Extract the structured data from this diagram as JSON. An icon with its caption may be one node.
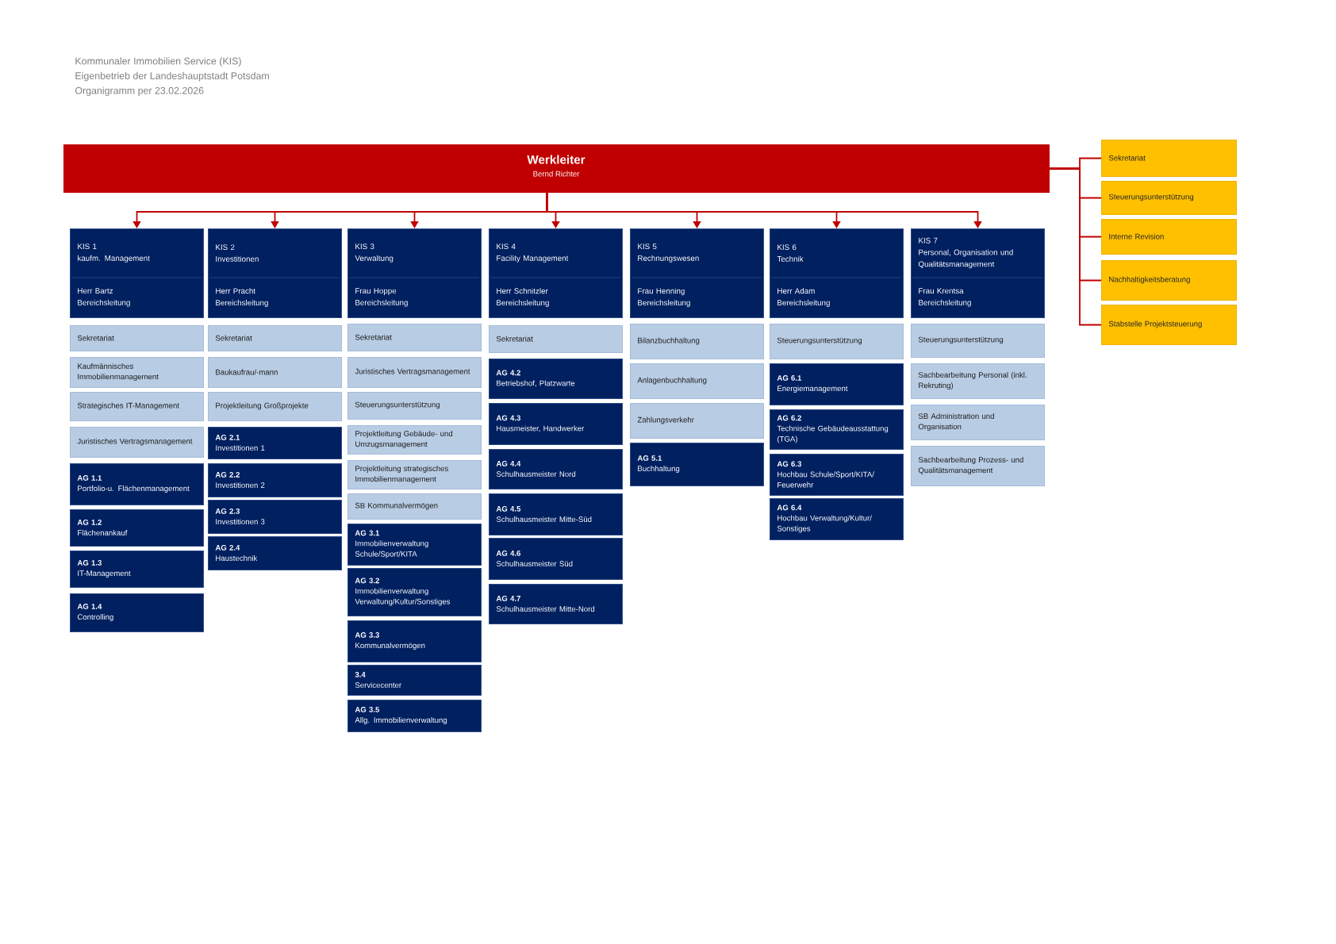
{
  "diagram": {
    "nodes": [
      {
        "text": [
          "Werkleiter",
          "Bernd Richter"
        ]
      },
      {
        "text": [
          "Sekretariat"
        ]
      },
      {
        "text": [
          "Steuerungsunterstützung"
        ]
      },
      {
        "text": [
          "Interne Revision"
        ]
      },
      {
        "text": [
          "Nachhaltigkeitsberatung"
        ]
      },
      {
        "text": [
          "Stabstelle Projektsteuerung"
        ]
      },
      {
        "text": [
          "KIS 1",
          "kaufm. Management",
          "Herr Bartz",
          "Bereichsleitung"
        ]
      },
      {
        "text": [
          "Sekretariat"
        ]
      },
      {
        "text": [
          "Kaufmännisches Immobilienmanagement"
        ]
      },
      {
        "text": [
          "Strategisches IT-Management"
        ]
      },
      {
        "text": [
          "Juristisches Vertragsmanagement"
        ]
      },
      {
        "text": [
          "AG 1.1",
          "Portfolio-u. Flächenmanagement"
        ]
      },
      {
        "text": [
          "AG 1.2",
          "Flächenankauf"
        ]
      },
      {
        "text": [
          "AG 1.3",
          "IT-Management"
        ]
      },
      {
        "text": [
          "AG 1.4",
          "Controlling"
        ]
      },
      {
        "text": [
          "KIS 2",
          "Investitionen",
          "Herr Pracht",
          "Bereichsleitung"
        ]
      },
      {
        "text": [
          "Sekretariat"
        ]
      },
      {
        "text": [
          "Baukaufrau/-mann"
        ]
      },
      {
        "text": [
          "Projektleitung Großprojekte"
        ]
      },
      {
        "text": [
          "AG 2.1",
          "Investitionen 1"
        ]
      },
      {
        "text": [
          "AG 2.2",
          "Investitionen 2"
        ]
      },
      {
        "text": [
          "AG 2.3",
          "Investitionen 3"
        ]
      },
      {
        "text": [
          "AG 2.4",
          "Haustechnik"
        ]
      },
      {
        "text": [
          "KIS 3",
          "Verwaltung",
          "Frau Hoppe",
          "Bereichsleitung"
        ]
      },
      {
        "text": [
          "Sekretariat"
        ]
      },
      {
        "text": [
          "Juristisches Vertragsmanagement"
        ]
      },
      {
        "text": [
          "Steuerungsunterstützung"
        ]
      },
      {
        "text": [
          "Projektleitung Gebäude- und Umzugsmanagement"
        ]
      },
      {
        "text": [
          "Projektleitung strategisches Immobilienmanagement"
        ]
      },
      {
        "text": [
          "SB Kommunalvermögen"
        ]
      },
      {
        "text": [
          "AG 3.1",
          "Immobilienverwaltung Schule/Sport/KITA"
        ]
      },
      {
        "text": [
          "AG 3.2",
          "Immobilienverwaltung Verwaltung/Kultur/Sonstiges"
        ]
      },
      {
        "text": [
          "AG 3.3",
          "Kommunalvermögen"
        ]
      },
      {
        "text": [
          "3.4",
          "Servicecenter"
        ]
      },
      {
        "text": [
          "AG 3.5",
          "Allg. Immobilienverwaltung"
        ]
      },
      {
        "text": [
          "KIS 4",
          "Facility Management",
          "Herr Schnitzler",
          "Bereichsleitung"
        ]
      },
      {
        "text": [
          "Sekretariat"
        ]
      },
      {
        "text": [
          "AG 4.2",
          "Betriebshof, Platzwarte"
        ]
      },
      {
        "text": [
          "AG 4.3",
          "Hausmeister, Handwerker"
        ]
      },
      {
        "text": [
          "AG 4.4",
          "Schulhausmeister Nord"
        ]
      },
      {
        "text": [
          "AG 4.5",
          "Schulhausmeister Mitte-Süd"
        ]
      },
      {
        "text": [
          "AG 4.6",
          "Schulhausmeister Süd"
        ]
      },
      {
        "text": [
          "AG 4.7",
          "Schulhausmeister Mitte-Nord"
        ]
      },
      {
        "text": [
          "KIS 5",
          "Rechnungswesen",
          "Frau Henning",
          "Bereichsleitung"
        ]
      },
      {
        "text": [
          "Bilanzbuchhaltung"
        ]
      },
      {
        "text": [
          "Anlagenbuchhaltung"
        ]
      },
      {
        "text": [
          "Zahlungsverkehr"
        ]
      },
      {
        "text": [
          "AG 5.1",
          "Buchhaltung"
        ]
      },
      {
        "text": [
          "KIS 6",
          "Technik",
          "Herr Adam",
          "Bereichsleitung"
        ]
      },
      {
        "text": [
          "Steuerungsunterstützung"
        ]
      },
      {
        "text": [
          "AG 6.1",
          "Energiemanagement"
        ]
      },
      {
        "text": [
          "AG 6.2",
          "Technische Gebäudeausstattung (TGA)"
        ]
      },
      {
        "text": [
          "AG 6.3",
          "Hochbau Schule/Sport/KITA/ Feuerwehr"
        ]
      },
      {
        "text": [
          "AG 6.4",
          "Hochbau Verwaltung/Kultur/ Sonstiges"
        ]
      },
      {
        "text": [
          "KIS 7",
          "Personal, Organisation und Qualitätsmanagement",
          "Frau Krentsa",
          "Bereichsleitung"
        ]
      },
      {
        "text": [
          "Steuerungsunterstützung"
        ]
      },
      {
        "text": [
          "Sachbearbeitung Personal (inkl. Rekruting)"
        ]
      },
      {
        "text": [
          "SB Administration und Organisation"
        ]
      },
      {
        "text": [
          "Sachbearbeitung Prozess- und Qualitätsmanagement"
        ]
      }
    ],
    "edges": [
      {
        "from": 0,
        "to": 6,
        "arrow": "to"
      },
      {
        "from": 0,
        "to": 15,
        "arrow": "to"
      },
      {
        "from": 0,
        "to": 23,
        "arrow": "to"
      },
      {
        "from": 0,
        "to": 35,
        "arrow": "to"
      },
      {
        "from": 0,
        "to": 43,
        "arrow": "to"
      },
      {
        "from": 0,
        "to": 48,
        "arrow": "to"
      },
      {
        "from": 0,
        "to": 54,
        "arrow": "to"
      },
      {
        "from": 0,
        "to": 1,
        "arrow": "none"
      },
      {
        "from": 0,
        "to": 2,
        "arrow": "none"
      },
      {
        "from": 0,
        "to": 3,
        "arrow": "none"
      },
      {
        "from": 0,
        "to": 4,
        "arrow": "none"
      },
      {
        "from": 0,
        "to": 5,
        "arrow": "none"
      }
    ],
    "labels": [
      "Kommunaler Immobilien Service (KIS)",
      "Eigenbetrieb der Landeshauptstadt Potsdam",
      "Organigramm per 23.02.2026"
    ]
  }
}
